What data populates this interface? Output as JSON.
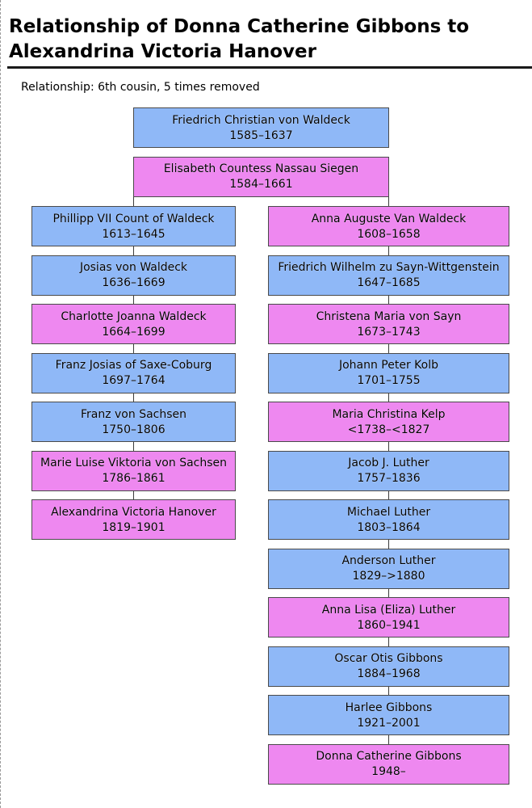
{
  "page": {
    "title_line1": "Relationship of Donna Catherine Gibbons to",
    "title_line2": "Alexandrina Victoria Hanover",
    "relationship": "Relationship: 6th cousin, 5 times removed"
  },
  "colors": {
    "male": "#8fb8f7",
    "female": "#ee88f0"
  },
  "common_ancestors": [
    {
      "name": "Friedrich Christian von Waldeck",
      "years": "1585–1637",
      "sex": "male"
    },
    {
      "name": "Elisabeth Countess Nassau Siegen",
      "years": "1584–1661",
      "sex": "female"
    }
  ],
  "left_line": [
    {
      "name": "Phillipp VII Count of Waldeck",
      "years": "1613–1645",
      "sex": "male"
    },
    {
      "name": "Josias von Waldeck",
      "years": "1636–1669",
      "sex": "male"
    },
    {
      "name": "Charlotte Joanna Waldeck",
      "years": "1664–1699",
      "sex": "female"
    },
    {
      "name": "Franz Josias of Saxe-Coburg",
      "years": "1697–1764",
      "sex": "male"
    },
    {
      "name": "Franz von Sachsen",
      "years": "1750–1806",
      "sex": "male"
    },
    {
      "name": "Marie Luise Viktoria von Sachsen",
      "years": "1786–1861",
      "sex": "female"
    },
    {
      "name": "Alexandrina Victoria Hanover",
      "years": "1819–1901",
      "sex": "female"
    }
  ],
  "right_line": [
    {
      "name": "Anna Auguste Van Waldeck",
      "years": "1608–1658",
      "sex": "female"
    },
    {
      "name": "Friedrich Wilhelm zu Sayn-Wittgenstein",
      "years": "1647–1685",
      "sex": "male"
    },
    {
      "name": "Christena Maria von Sayn",
      "years": "1673–1743",
      "sex": "female"
    },
    {
      "name": "Johann Peter Kolb",
      "years": "1701–1755",
      "sex": "male"
    },
    {
      "name": "Maria Christina Kelp",
      "years": "<1738–<1827",
      "sex": "female"
    },
    {
      "name": "Jacob J. Luther",
      "years": "1757–1836",
      "sex": "male"
    },
    {
      "name": "Michael Luther",
      "years": "1803–1864",
      "sex": "male"
    },
    {
      "name": "Anderson Luther",
      "years": "1829–>1880",
      "sex": "male"
    },
    {
      "name": "Anna Lisa (Eliza) Luther",
      "years": "1860–1941",
      "sex": "female"
    },
    {
      "name": "Oscar Otis Gibbons",
      "years": "1884–1968",
      "sex": "male"
    },
    {
      "name": "Harlee Gibbons",
      "years": "1921–2001",
      "sex": "male"
    },
    {
      "name": "Donna Catherine Gibbons",
      "years": "1948–",
      "sex": "female"
    }
  ]
}
